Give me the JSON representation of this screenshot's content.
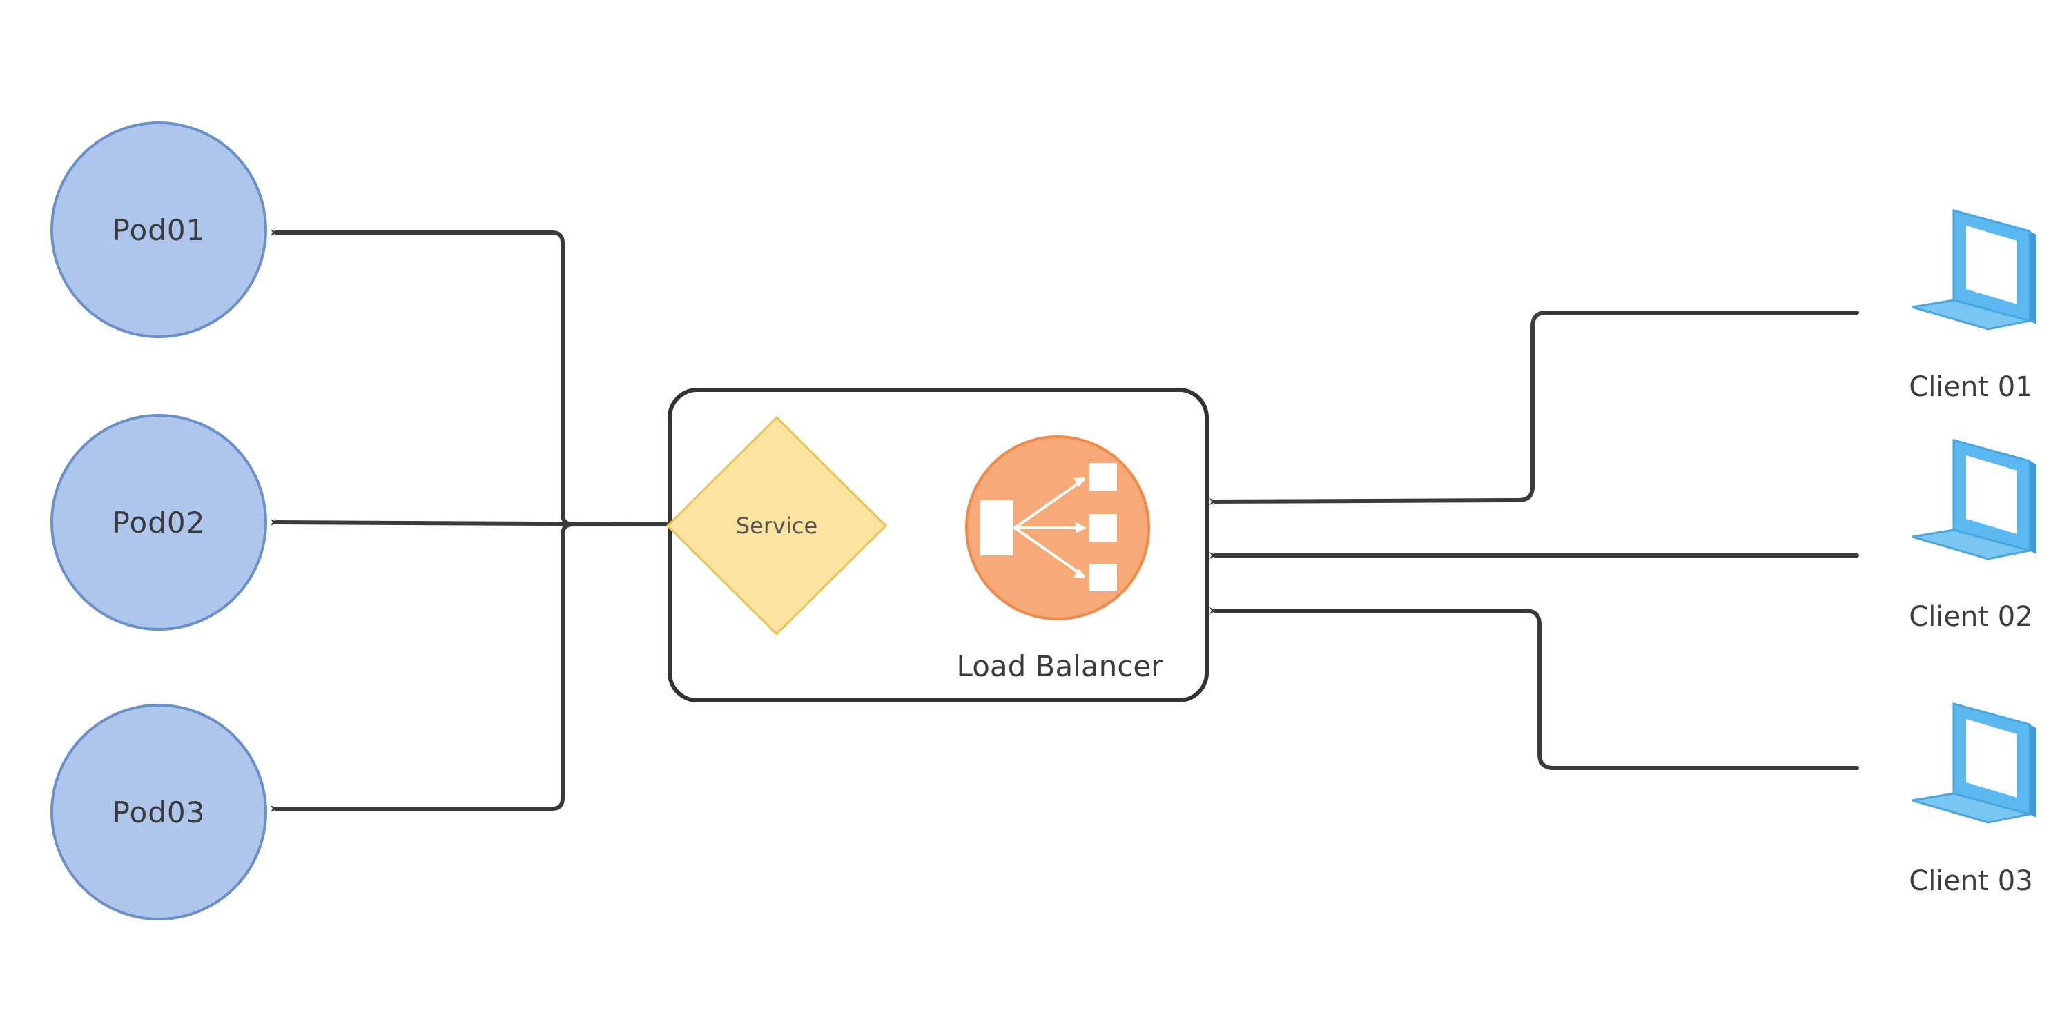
{
  "pods": [
    {
      "id": "pod01",
      "label": "Pod01"
    },
    {
      "id": "pod02",
      "label": "Pod02"
    },
    {
      "id": "pod03",
      "label": "Pod03"
    }
  ],
  "service": {
    "label": "Service"
  },
  "load_balancer": {
    "label": "Load Balancer",
    "icon": "load-balancer-icon"
  },
  "clients": [
    {
      "id": "client01",
      "label": "Client 01",
      "icon": "laptop-icon"
    },
    {
      "id": "client02",
      "label": "Client 02",
      "icon": "laptop-icon"
    },
    {
      "id": "client03",
      "label": "Client 03",
      "icon": "laptop-icon"
    }
  ],
  "colors": {
    "pod_fill": "#aec6ec",
    "pod_stroke": "#6b8fc9",
    "service_fill": "#fbe3a0",
    "service_stroke": "#e9c25a",
    "lb_fill": "#f7a978",
    "lb_stroke": "#f08a4b",
    "laptop": "#5bb8f0",
    "line": "#3a3a3a"
  }
}
